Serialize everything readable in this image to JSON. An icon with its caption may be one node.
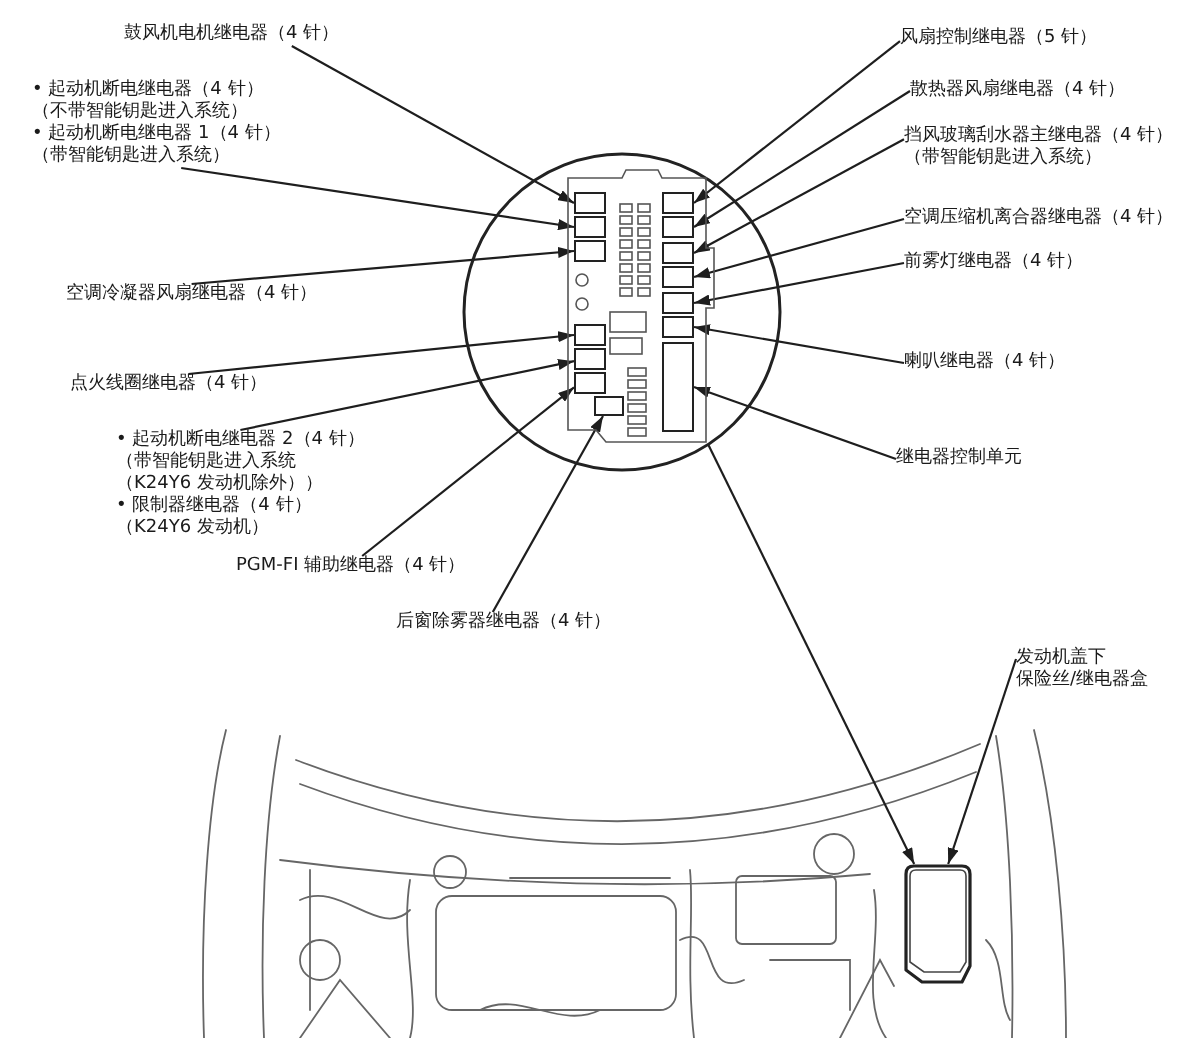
{
  "diagram": {
    "nodes": [
      {
        "text": [
          "鼓风机电机继电器（4 针）"
        ]
      },
      {
        "text": [
          "风扇控制继电器（5 针）"
        ]
      },
      {
        "text": [
          "散热器风扇继电器（4 针）"
        ]
      },
      {
        "text": [
          "• 起动机断电继电器（4 针）（不带智能钥匙进入系统）",
          "• 起动机断电继电器 1（4 针）（带智能钥匙进入系统）"
        ]
      },
      {
        "text": [
          "挡风玻璃刮水器主继电器（4 针）（带智能钥匙进入系统）"
        ]
      },
      {
        "text": [
          "空调压缩机离合器继电器（4 针）"
        ]
      },
      {
        "text": [
          "前雾灯继电器（4 针）"
        ]
      },
      {
        "text": [
          "空调冷凝器风扇继电器（4 针）"
        ]
      },
      {
        "text": [
          "喇叭继电器（4 针）"
        ]
      },
      {
        "text": [
          "点火线圈继电器（4 针）"
        ]
      },
      {
        "text": [
          "继电器控制单元"
        ]
      },
      {
        "text": [
          "• 起动机断电继电器 2（4 针）（带智能钥匙进入系统（K24Y6 发动机除外））",
          "• 限制器继电器（4 针）（K24Y6 发动机）"
        ]
      },
      {
        "text": [
          "PGM-FI 辅助继电器（4 针）"
        ]
      },
      {
        "text": [
          "后窗除雾器继电器（4 针）"
        ]
      },
      {
        "text": [
          "发动机盖下保险丝/继电器盒"
        ]
      },
      {
        "text": [],
        "shape": "circle"
      },
      {
        "text": [],
        "shape": "box",
        "in": 15
      },
      {
        "text": [],
        "shape": "box",
        "in": 15
      },
      {
        "text": [],
        "shape": "box",
        "in": 15
      },
      {
        "text": [],
        "shape": "box",
        "in": 15
      },
      {
        "text": [],
        "shape": "box",
        "in": 15
      },
      {
        "text": [],
        "shape": "box",
        "in": 15
      },
      {
        "text": [],
        "shape": "box",
        "in": 15
      },
      {
        "text": [],
        "shape": "box",
        "in": 15
      },
      {
        "text": [],
        "shape": "box",
        "in": 15
      },
      {
        "text": [],
        "shape": "box",
        "in": 15
      },
      {
        "text": [],
        "shape": "box",
        "in": 15
      },
      {
        "text": [],
        "shape": "box",
        "in": 15
      },
      {
        "text": [],
        "shape": "box",
        "in": 15
      },
      {
        "text": [],
        "shape": "box",
        "in": 15
      },
      {
        "text": [],
        "shape": "box"
      }
    ],
    "edges": [
      {
        "from": 0,
        "to": 16,
        "arrow": "to"
      },
      {
        "from": 1,
        "to": 23,
        "arrow": "to"
      },
      {
        "from": 2,
        "to": 24,
        "arrow": "to"
      },
      {
        "from": 3,
        "to": 17,
        "arrow": "to"
      },
      {
        "from": 4,
        "to": 25,
        "arrow": "to"
      },
      {
        "from": 5,
        "to": 26,
        "arrow": "to"
      },
      {
        "from": 6,
        "to": 27,
        "arrow": "to"
      },
      {
        "from": 7,
        "to": 18,
        "arrow": "to"
      },
      {
        "from": 8,
        "to": 28,
        "arrow": "to"
      },
      {
        "from": 9,
        "to": 19,
        "arrow": "to"
      },
      {
        "from": 10,
        "to": 29,
        "arrow": "to"
      },
      {
        "from": 11,
        "to": 20,
        "arrow": "to"
      },
      {
        "from": 12,
        "to": 21,
        "arrow": "to"
      },
      {
        "from": 13,
        "to": 22,
        "arrow": "to"
      },
      {
        "from": 15,
        "to": 30,
        "arrow": "to"
      },
      {
        "from": 14,
        "to": 30,
        "arrow": "to"
      }
    ]
  }
}
